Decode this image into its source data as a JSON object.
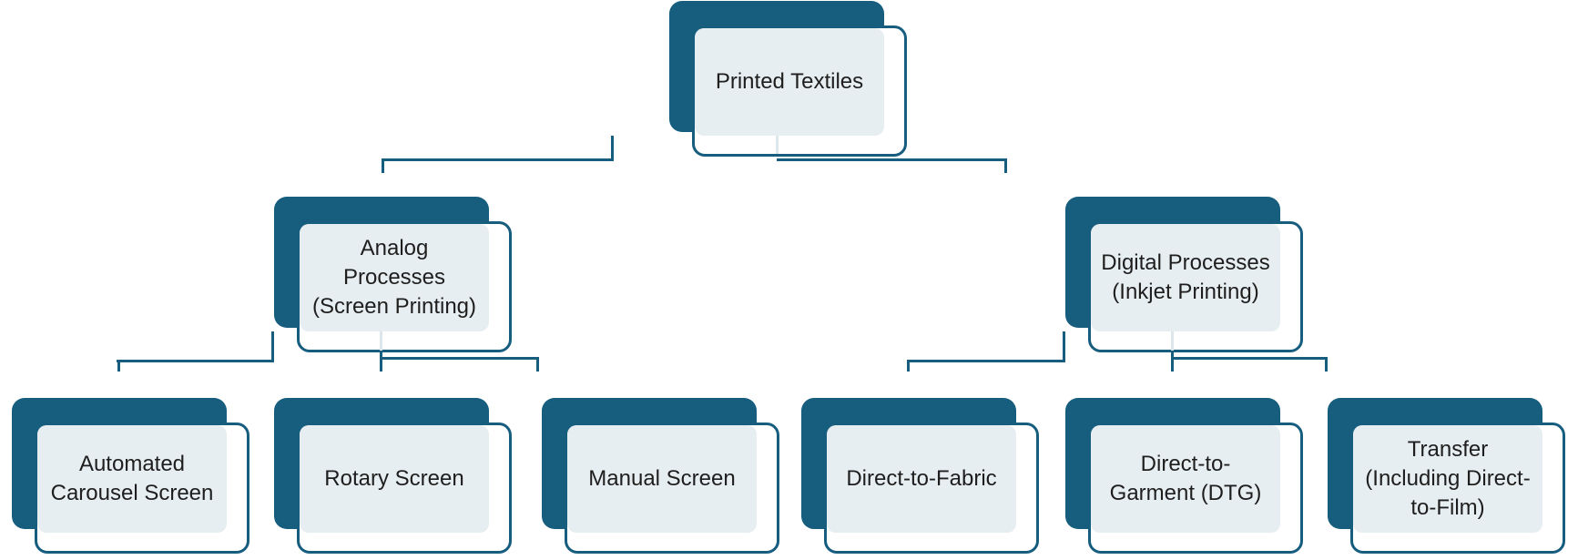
{
  "colors": {
    "node_back": "#175D7E",
    "node_card_border": "#175D7E",
    "node_card_bg": "#FFFFFF",
    "node_face": "#E7EEF1",
    "connector": "#175D7E",
    "connector_light": "#DDE6EB",
    "text": "#1E1E1E",
    "background": "#FFFFFF"
  },
  "nodes": {
    "root": {
      "label": "Printed Textiles"
    },
    "analog": {
      "label": "Analog\nProcesses\n(Screen Printing)"
    },
    "digital": {
      "label": "Digital Processes\n(Inkjet Printing)"
    },
    "automated": {
      "label": "Automated\nCarousel Screen"
    },
    "rotary": {
      "label": "Rotary Screen"
    },
    "manual": {
      "label": "Manual Screen"
    },
    "dtf": {
      "label": "Direct-to-Fabric"
    },
    "dtg": {
      "label": "Direct-to-\nGarment (DTG)"
    },
    "transfer": {
      "label": "Transfer\n(Including Direct-\nto-Film)"
    }
  },
  "hierarchy": {
    "root": "Printed Textiles",
    "children": [
      {
        "label": "Analog Processes (Screen Printing)",
        "children": [
          "Automated Carousel Screen",
          "Rotary Screen",
          "Manual Screen"
        ]
      },
      {
        "label": "Digital Processes (Inkjet Printing)",
        "children": [
          "Direct-to-Fabric",
          "Direct-to-Garment (DTG)",
          "Transfer (Including Direct-to-Film)"
        ]
      }
    ]
  }
}
